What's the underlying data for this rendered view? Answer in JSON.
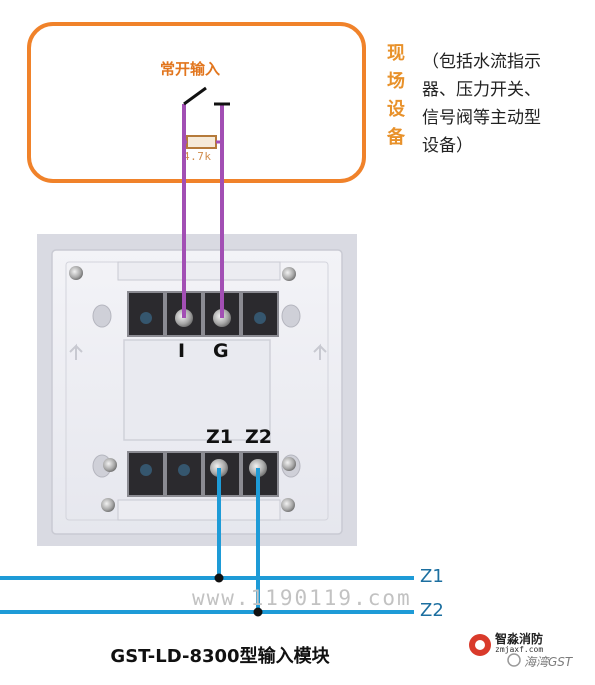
{
  "field_device": {
    "contact_label": "常开输入",
    "resistor_label": "4.7k"
  },
  "side_note": {
    "title_chars": [
      "现",
      "场",
      "设",
      "备"
    ],
    "description_lines": [
      "（包括水流指示",
      "器、压力开关、",
      "信号阀等主动型",
      "设备）"
    ]
  },
  "module": {
    "terminal_i": "I",
    "terminal_g": "G",
    "terminal_z1": "Z1",
    "terminal_z2": "Z2"
  },
  "bus": {
    "z1_label": "Z1",
    "z2_label": "Z2"
  },
  "watermark": "www.1190119.com",
  "caption": "GST-LD-8300型输入模块",
  "brand": {
    "name": "智淼消防",
    "site": "zmjaxf.com",
    "wechat": "海湾GST"
  },
  "colors": {
    "field_box": "#f0822a",
    "field_wire": "#a24fb4",
    "bus_wire": "#1e9bd7",
    "module_plate": "#f2f2f6"
  }
}
